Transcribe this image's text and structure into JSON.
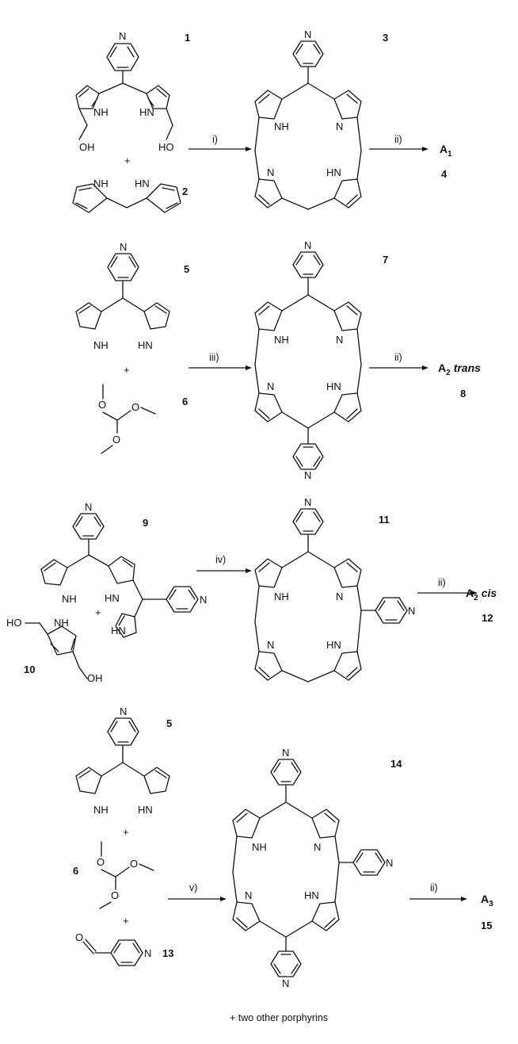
{
  "compounds": {
    "c1": "1",
    "c2": "2",
    "c3": "3",
    "c4": "4",
    "c5": "5",
    "c6": "6",
    "c7": "7",
    "c8": "8",
    "c9": "9",
    "c10": "10",
    "c11": "11",
    "c12": "12",
    "c5b": "5",
    "c6b": "6",
    "c13": "13",
    "c14": "14",
    "c15": "15"
  },
  "conditions": {
    "i": "i)",
    "ii": "ii)",
    "iii": "iii)",
    "iv": "iv)",
    "v": "v)"
  },
  "products": {
    "p1": "A",
    "p1sub": "1",
    "p2": "A",
    "p2sub": "2",
    "p2tag": "trans",
    "p3": "A",
    "p3sub": "2",
    "p3tag": "cis",
    "p4": "A",
    "p4sub": "3"
  },
  "atoms": {
    "N": "N",
    "NH": "NH",
    "HN": "HN",
    "OH": "OH",
    "HO": "HO",
    "O": "O",
    "plus": "+"
  },
  "footnote": "+  two other porphyrins"
}
